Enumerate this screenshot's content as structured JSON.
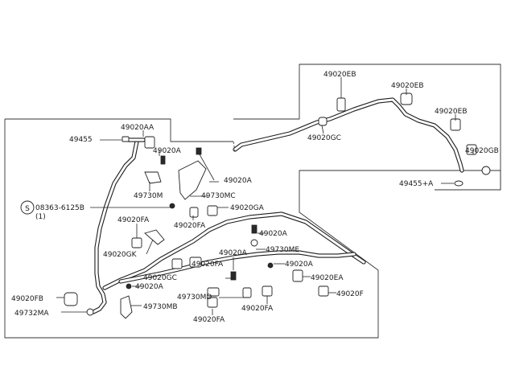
{
  "labels": {
    "l_49020EB_a": "49020EB",
    "l_49020EB_b": "49020EB",
    "l_49020EB_c": "49020EB",
    "l_49020GC": "49020GC",
    "l_49020GB": "49020GB",
    "l_49455A": "49455+A",
    "l_49020A_top": "49020A",
    "l_49455": "49455",
    "l_49020AA": "49020AA",
    "l_49020A_b": "49020A",
    "l_49730M": "49730M",
    "l_49730MC": "49730MC",
    "l_49020GA": "49020GA",
    "l_08363": "08363-6125B",
    "l_qty": "(1)",
    "l_49020FA_a": "49020FA",
    "l_49020FA_b": "49020FA",
    "l_49020GK": "49020GK",
    "l_49020A_c": "49020A",
    "l_49730ME": "49730ME",
    "l_49020FA_c": "49020FA",
    "l_49020A_d": "49020A",
    "l_49020GC_b": "49020GC",
    "l_49020EA": "49020EA",
    "l_49020A_e": "49020A",
    "l_49020F": "49020F",
    "l_49730MD": "49730MD",
    "l_49020FA_d": "49020FA",
    "l_49730MB": "49730MB",
    "l_49020FA_e": "49020FA",
    "l_49020FB": "49020FB",
    "l_49732MA": "49732MA",
    "l_49020A_f": "49020A",
    "screw_symbol": "S"
  },
  "icons": [
    "screw-symbol-icon",
    "clamp-icon",
    "bracket-icon",
    "hose-fitting-icon",
    "grommet-icon"
  ]
}
